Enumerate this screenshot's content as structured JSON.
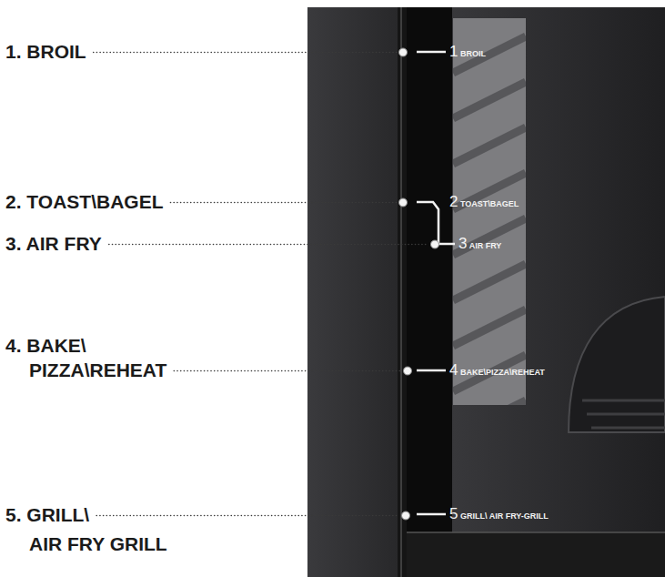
{
  "diagram": {
    "labels": [
      "1. BROIL",
      "1 BROIL",
      "2. TOAST\\BAGEL",
      "2 TOAST\\BAGEL",
      "3. AIR FRY",
      "3 AIR FRY",
      "4. BAKE\\ PIZZA\\REHEAT",
      "4 BAKE\\PIZZA\\REHEAT",
      "5. GRILL\\ AIR FRY GRILL",
      "5 GRILL\\ AIR FRY-GRILL"
    ]
  }
}
